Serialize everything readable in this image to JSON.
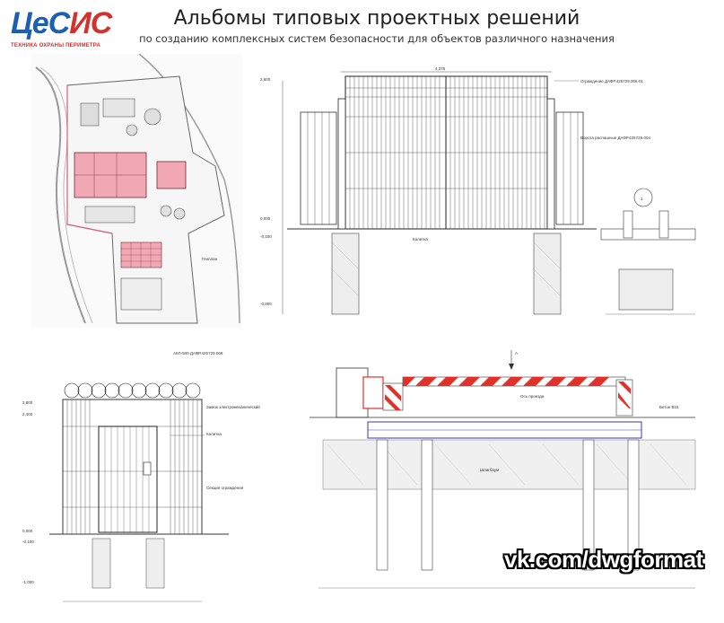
{
  "logo": {
    "name_part1": "ЦеС",
    "name_part2": "ИС",
    "tagline": "ТЕХНИКА ОХРАНЫ ПЕРИМЕТРА"
  },
  "header": {
    "title": "Альбомы типовых проектных решений",
    "subtitle": "по созданию комплексных систем безопасности для объектов различного назначения"
  },
  "watermark": "vk.com/dwgformat",
  "drawings": {
    "site_plan": {
      "label": "Генплан объекта"
    },
    "gate": {
      "notes": [
        "Ограждение ДАФР.425729.005-01",
        "Ворота распашные ДАФР.425729.004",
        "Калитка"
      ],
      "levels": [
        "2,600",
        "0,000",
        "-0,100",
        "-0,800"
      ],
      "width_label": "4,375",
      "detail_label": "1"
    },
    "wicket": {
      "notes": [
        "АКЛ-500 ДАФР.425729.069",
        "Замок электромеханический",
        "Калитка",
        "Секция ограждения"
      ],
      "levels": [
        "2,800",
        "2,400",
        "0,000",
        "-0,100",
        "-1,000"
      ]
    },
    "barrier": {
      "notes": [
        "Ось проезда",
        "Шлагбаум",
        "Бетон В15"
      ],
      "arrow_label": "А"
    }
  },
  "colors": {
    "logo_blue": "#1d5fb0",
    "logo_red": "#d2322d",
    "plan_pink": "#f2a7b4",
    "barrier_red": "#e0312b",
    "rail_blue": "#3a3aa8"
  }
}
